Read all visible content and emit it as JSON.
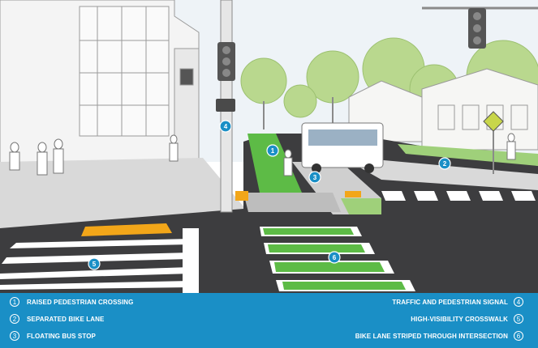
{
  "colors": {
    "callout": "#1a8fc6",
    "bike_green": "#5dbb46",
    "asphalt": "#3d3d3f",
    "sidewalk": "#d9d9d9",
    "tactile": "#f2a619",
    "legend_bg": "#1a8fc6"
  },
  "callouts": [
    {
      "num": "1",
      "label": "RAISED PEDESTRIAN CROSSING"
    },
    {
      "num": "2",
      "label": "SEPARATED BIKE LANE"
    },
    {
      "num": "3",
      "label": "FLOATING BUS STOP"
    },
    {
      "num": "4",
      "label": "TRAFFIC AND PEDESTRIAN SIGNAL"
    },
    {
      "num": "5",
      "label": "HIGH-VISIBILITY CROSSWALK"
    },
    {
      "num": "6",
      "label": "BIKE LANE STRIPED THROUGH INTERSECTION"
    }
  ],
  "icons": [
    "pedestrian-signal-icon",
    "traffic-light-icon",
    "warning-sign-icon"
  ]
}
